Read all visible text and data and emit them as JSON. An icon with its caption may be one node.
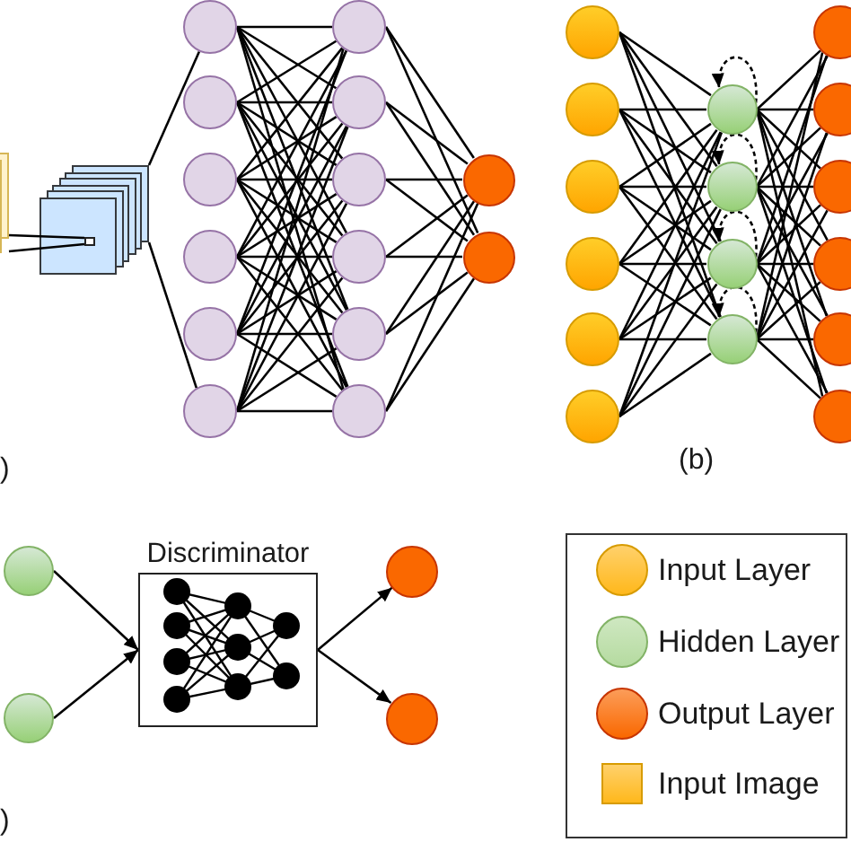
{
  "diagram": {
    "nodes": [
      {
        "text": [],
        "shape": "box"
      },
      {
        "text": [],
        "shape": "box"
      },
      {
        "text": [],
        "shape": "box",
        "in": 1
      },
      {
        "text": [],
        "shape": "circle"
      },
      {
        "text": [],
        "shape": "circle"
      },
      {
        "text": [],
        "shape": "circle"
      },
      {
        "text": [],
        "shape": "circle"
      },
      {
        "text": [],
        "shape": "circle"
      },
      {
        "text": [],
        "shape": "circle"
      },
      {
        "text": [],
        "shape": "circle"
      },
      {
        "text": [],
        "shape": "circle"
      },
      {
        "text": [],
        "shape": "circle"
      },
      {
        "text": [],
        "shape": "circle"
      },
      {
        "text": [],
        "shape": "circle"
      },
      {
        "text": [],
        "shape": "circle"
      },
      {
        "text": [],
        "shape": "circle"
      },
      {
        "text": [],
        "shape": "circle"
      },
      {
        "text": [],
        "shape": "circle"
      },
      {
        "text": [],
        "shape": "circle"
      },
      {
        "text": [],
        "shape": "circle"
      },
      {
        "text": [],
        "shape": "circle"
      },
      {
        "text": [],
        "shape": "circle"
      },
      {
        "text": [],
        "shape": "circle"
      },
      {
        "text": [],
        "shape": "circle"
      },
      {
        "text": [],
        "shape": "circle"
      },
      {
        "text": [],
        "shape": "circle"
      },
      {
        "text": [],
        "shape": "circle"
      },
      {
        "text": [],
        "shape": "circle"
      },
      {
        "text": [],
        "shape": "circle"
      },
      {
        "text": [],
        "shape": "circle"
      },
      {
        "text": [],
        "shape": "circle"
      },
      {
        "text": [],
        "shape": "circle"
      },
      {
        "text": [],
        "shape": "circle"
      },
      {
        "text": [],
        "shape": "circle"
      },
      {
        "text": [],
        "shape": "circle"
      },
      {
        "text": [
          "Discriminator"
        ]
      },
      {
        "text": [],
        "shape": "circle"
      },
      {
        "text": [],
        "shape": "circle"
      }
    ],
    "edges": [
      {
        "from": 0,
        "to": 2,
        "arrow": "none"
      },
      {
        "from": 0,
        "to": 2,
        "arrow": "none"
      },
      {
        "from": 1,
        "to": 3,
        "arrow": "none"
      },
      {
        "from": 1,
        "to": 8,
        "arrow": "none"
      },
      {
        "from": 3,
        "to": 9,
        "arrow": "none"
      },
      {
        "from": 3,
        "to": 10,
        "arrow": "none"
      },
      {
        "from": 3,
        "to": 11,
        "arrow": "none"
      },
      {
        "from": 3,
        "to": 12,
        "arrow": "none"
      },
      {
        "from": 3,
        "to": 13,
        "arrow": "none"
      },
      {
        "from": 3,
        "to": 14,
        "arrow": "none"
      },
      {
        "from": 4,
        "to": 9,
        "arrow": "none"
      },
      {
        "from": 4,
        "to": 10,
        "arrow": "none"
      },
      {
        "from": 4,
        "to": 11,
        "arrow": "none"
      },
      {
        "from": 4,
        "to": 12,
        "arrow": "none"
      },
      {
        "from": 4,
        "to": 13,
        "arrow": "none"
      },
      {
        "from": 4,
        "to": 14,
        "arrow": "none"
      },
      {
        "from": 5,
        "to": 9,
        "arrow": "none"
      },
      {
        "from": 5,
        "to": 10,
        "arrow": "none"
      },
      {
        "from": 5,
        "to": 11,
        "arrow": "none"
      },
      {
        "from": 5,
        "to": 12,
        "arrow": "none"
      },
      {
        "from": 5,
        "to": 13,
        "arrow": "none"
      },
      {
        "from": 5,
        "to": 14,
        "arrow": "none"
      },
      {
        "from": 6,
        "to": 9,
        "arrow": "none"
      },
      {
        "from": 6,
        "to": 10,
        "arrow": "none"
      },
      {
        "from": 6,
        "to": 11,
        "arrow": "none"
      },
      {
        "from": 6,
        "to": 12,
        "arrow": "none"
      },
      {
        "from": 6,
        "to": 13,
        "arrow": "none"
      },
      {
        "from": 6,
        "to": 14,
        "arrow": "none"
      },
      {
        "from": 7,
        "to": 9,
        "arrow": "none"
      },
      {
        "from": 7,
        "to": 10,
        "arrow": "none"
      },
      {
        "from": 7,
        "to": 11,
        "arrow": "none"
      },
      {
        "from": 7,
        "to": 12,
        "arrow": "none"
      },
      {
        "from": 7,
        "to": 13,
        "arrow": "none"
      },
      {
        "from": 7,
        "to": 14,
        "arrow": "none"
      },
      {
        "from": 8,
        "to": 9,
        "arrow": "none"
      },
      {
        "from": 8,
        "to": 10,
        "arrow": "none"
      },
      {
        "from": 8,
        "to": 11,
        "arrow": "none"
      },
      {
        "from": 8,
        "to": 12,
        "arrow": "none"
      },
      {
        "from": 8,
        "to": 13,
        "arrow": "none"
      },
      {
        "from": 8,
        "to": 14,
        "arrow": "none"
      },
      {
        "from": 9,
        "to": 15,
        "arrow": "none"
      },
      {
        "from": 9,
        "to": 16,
        "arrow": "none"
      },
      {
        "from": 10,
        "to": 15,
        "arrow": "none"
      },
      {
        "from": 10,
        "to": 16,
        "arrow": "none"
      },
      {
        "from": 11,
        "to": 15,
        "arrow": "none"
      },
      {
        "from": 11,
        "to": 16,
        "arrow": "none"
      },
      {
        "from": 12,
        "to": 15,
        "arrow": "none"
      },
      {
        "from": 12,
        "to": 16,
        "arrow": "none"
      },
      {
        "from": 13,
        "to": 15,
        "arrow": "none"
      },
      {
        "from": 13,
        "to": 16,
        "arrow": "none"
      },
      {
        "from": 14,
        "to": 15,
        "arrow": "none"
      },
      {
        "from": 14,
        "to": 16,
        "arrow": "none"
      },
      {
        "from": 17,
        "to": 23,
        "arrow": "none"
      },
      {
        "from": 17,
        "to": 24,
        "arrow": "none"
      },
      {
        "from": 17,
        "to": 25,
        "arrow": "none"
      },
      {
        "from": 17,
        "to": 26,
        "arrow": "none"
      },
      {
        "from": 18,
        "to": 23,
        "arrow": "none"
      },
      {
        "from": 18,
        "to": 24,
        "arrow": "none"
      },
      {
        "from": 18,
        "to": 25,
        "arrow": "none"
      },
      {
        "from": 18,
        "to": 26,
        "arrow": "none"
      },
      {
        "from": 19,
        "to": 23,
        "arrow": "none"
      },
      {
        "from": 19,
        "to": 24,
        "arrow": "none"
      },
      {
        "from": 19,
        "to": 25,
        "arrow": "none"
      },
      {
        "from": 19,
        "to": 26,
        "arrow": "none"
      },
      {
        "from": 20,
        "to": 23,
        "arrow": "none"
      },
      {
        "from": 20,
        "to": 24,
        "arrow": "none"
      },
      {
        "from": 20,
        "to": 25,
        "arrow": "none"
      },
      {
        "from": 20,
        "to": 26,
        "arrow": "none"
      },
      {
        "from": 21,
        "to": 23,
        "arrow": "none"
      },
      {
        "from": 21,
        "to": 24,
        "arrow": "none"
      },
      {
        "from": 21,
        "to": 25,
        "arrow": "none"
      },
      {
        "from": 21,
        "to": 26,
        "arrow": "none"
      },
      {
        "from": 22,
        "to": 23,
        "arrow": "none"
      },
      {
        "from": 22,
        "to": 24,
        "arrow": "none"
      },
      {
        "from": 22,
        "to": 25,
        "arrow": "none"
      },
      {
        "from": 22,
        "to": 26,
        "arrow": "none"
      },
      {
        "from": 23,
        "to": 27,
        "arrow": "none"
      },
      {
        "from": 23,
        "to": 28,
        "arrow": "none"
      },
      {
        "from": 23,
        "to": 29,
        "arrow": "none"
      },
      {
        "from": 23,
        "to": 30,
        "arrow": "none"
      },
      {
        "from": 23,
        "to": 31,
        "arrow": "none"
      },
      {
        "from": 23,
        "to": 32,
        "arrow": "none"
      },
      {
        "from": 24,
        "to": 27,
        "arrow": "none"
      },
      {
        "from": 24,
        "to": 28,
        "arrow": "none"
      },
      {
        "from": 24,
        "to": 29,
        "arrow": "none"
      },
      {
        "from": 24,
        "to": 30,
        "arrow": "none"
      },
      {
        "from": 24,
        "to": 31,
        "arrow": "none"
      },
      {
        "from": 24,
        "to": 32,
        "arrow": "none"
      },
      {
        "from": 25,
        "to": 27,
        "arrow": "none"
      },
      {
        "from": 25,
        "to": 28,
        "arrow": "none"
      },
      {
        "from": 25,
        "to": 29,
        "arrow": "none"
      },
      {
        "from": 25,
        "to": 30,
        "arrow": "none"
      },
      {
        "from": 25,
        "to": 31,
        "arrow": "none"
      },
      {
        "from": 25,
        "to": 32,
        "arrow": "none"
      },
      {
        "from": 26,
        "to": 27,
        "arrow": "none"
      },
      {
        "from": 26,
        "to": 28,
        "arrow": "none"
      },
      {
        "from": 26,
        "to": 29,
        "arrow": "none"
      },
      {
        "from": 26,
        "to": 30,
        "arrow": "none"
      },
      {
        "from": 26,
        "to": 31,
        "arrow": "none"
      },
      {
        "from": 26,
        "to": 32,
        "arrow": "none"
      },
      {
        "from": 23,
        "to": 23,
        "arrow": "to",
        "style": "dashed"
      },
      {
        "from": 24,
        "to": 24,
        "arrow": "to",
        "style": "dashed"
      },
      {
        "from": 25,
        "to": 25,
        "arrow": "to",
        "style": "dashed"
      },
      {
        "from": 26,
        "to": 26,
        "arrow": "to",
        "style": "dashed"
      },
      {
        "from": 33,
        "to": 35,
        "arrow": "to"
      },
      {
        "from": 34,
        "to": 35,
        "arrow": "to"
      },
      {
        "from": 35,
        "to": 36,
        "arrow": "to"
      },
      {
        "from": 35,
        "to": 37,
        "arrow": "to"
      }
    ],
    "labels": [
      ")",
      "(b)",
      ")"
    ],
    "legend": [
      {
        "text": "Input Layer",
        "color": "#ffb81c"
      },
      {
        "text": "Hidden Layer",
        "color": "#b5dba0"
      },
      {
        "text": "Output Layer",
        "color": "#fa6800"
      },
      {
        "text": "Input Image",
        "color": "#ffb81c"
      }
    ]
  }
}
